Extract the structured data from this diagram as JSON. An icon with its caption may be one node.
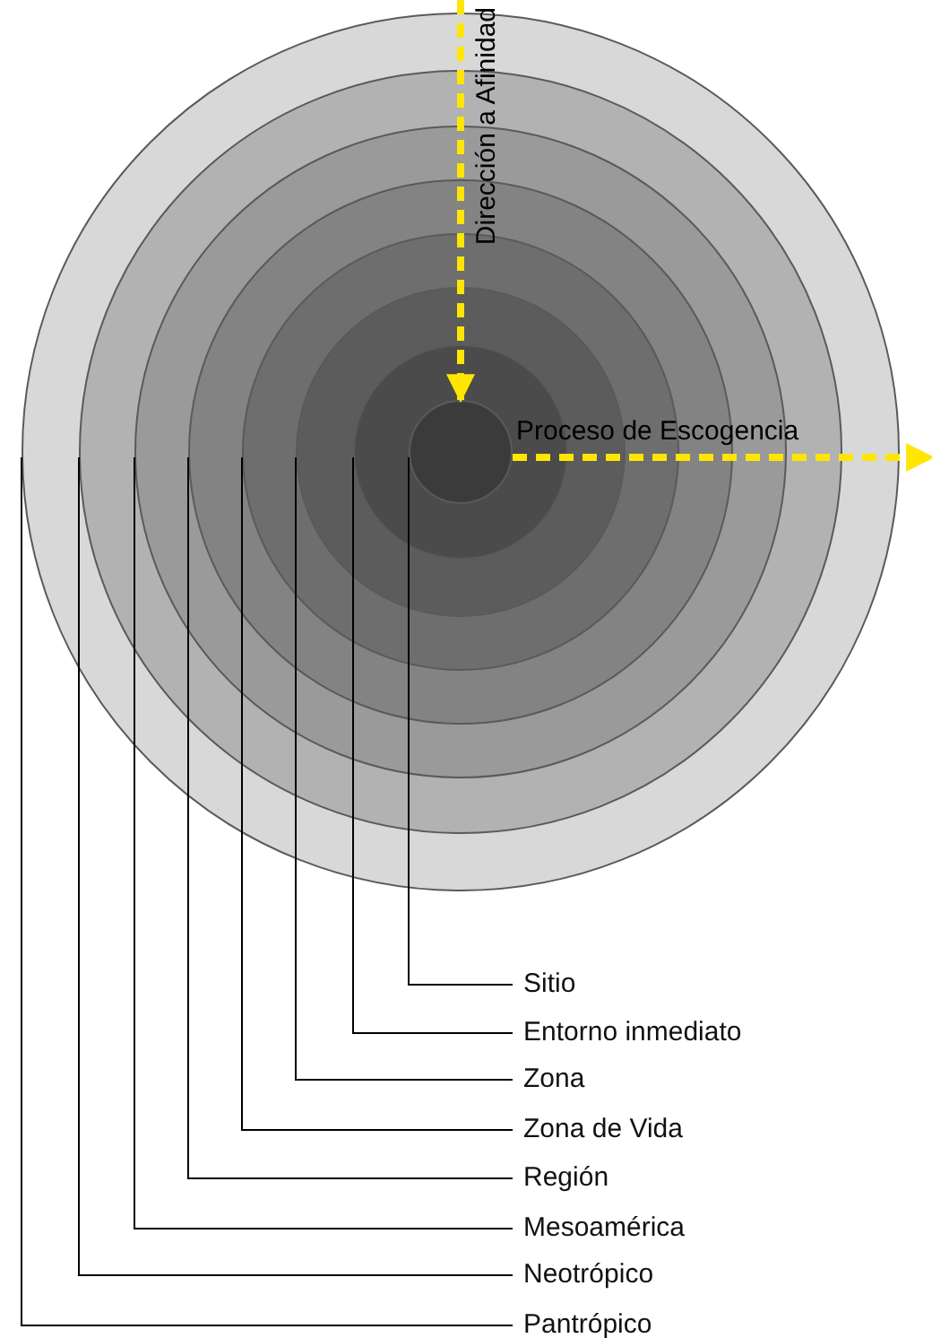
{
  "diagram": {
    "nodes": [
      {
        "text": [],
        "shape": "circle"
      },
      {
        "text": [],
        "shape": "circle",
        "in": 0
      },
      {
        "text": [],
        "shape": "circle",
        "in": 1
      },
      {
        "text": [],
        "shape": "circle",
        "in": 2
      },
      {
        "text": [],
        "shape": "circle",
        "in": 3
      },
      {
        "text": [],
        "shape": "circle",
        "in": 4
      },
      {
        "text": [],
        "shape": "circle",
        "in": 5
      },
      {
        "text": [],
        "shape": "circle",
        "in": 6
      },
      {
        "text": [
          "Sitio"
        ]
      },
      {
        "text": [
          "Entorno inmediato"
        ]
      },
      {
        "text": [
          "Zona"
        ]
      },
      {
        "text": [
          "Zona de Vida"
        ]
      },
      {
        "text": [
          "Región"
        ]
      },
      {
        "text": [
          "Mesoamérica"
        ]
      },
      {
        "text": [
          "Neotrópico"
        ]
      },
      {
        "text": [
          "Pantrópico"
        ]
      }
    ],
    "edges": [
      {
        "from": null,
        "to": 7,
        "arrow": "to",
        "label": "Dirección a Afinidad",
        "style": "dashed",
        "color": "#ffe600"
      },
      {
        "from": 7,
        "to": null,
        "arrow": "to",
        "label": "Proceso de Escogencia",
        "style": "dashed",
        "color": "#ffe600"
      },
      {
        "from": 8,
        "to": 7,
        "arrow": "none"
      },
      {
        "from": 9,
        "to": 6,
        "arrow": "none"
      },
      {
        "from": 10,
        "to": 5,
        "arrow": "none"
      },
      {
        "from": 11,
        "to": 4,
        "arrow": "none"
      },
      {
        "from": 12,
        "to": 3,
        "arrow": "none"
      },
      {
        "from": 13,
        "to": 2,
        "arrow": "none"
      },
      {
        "from": 14,
        "to": 1,
        "arrow": "none"
      },
      {
        "from": 15,
        "to": 0,
        "arrow": "none"
      }
    ]
  }
}
